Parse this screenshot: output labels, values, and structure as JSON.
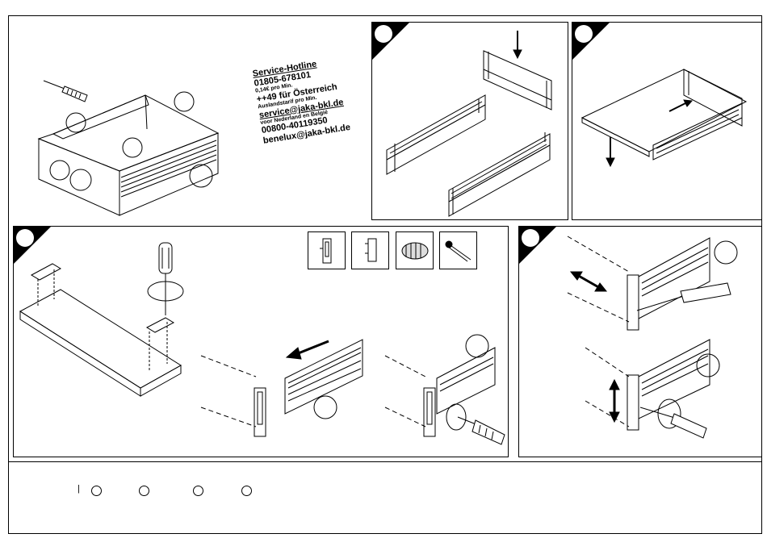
{
  "hotline": {
    "title": "Service-Hotline",
    "phone_de": "01805-678101",
    "price_de": "0,14€ pro Min.",
    "phone_at": "++49 für Österreich",
    "tariff_at": "Auslandstarif pro Min.",
    "email_de": "service@jaka-bkl.de",
    "region_benelux": "voor Nederland en België",
    "phone_benelux": "00800-40119350",
    "email_benelux": "benelux@jaka-bkl.de"
  },
  "legend_mark": "|",
  "icons": [
    "screwdriver-icon",
    "arrow-down-icon",
    "arrow-right-icon",
    "arrow-left-icon",
    "arrow-double-horizontal-icon",
    "arrow-double-vertical-icon",
    "rotation-arrow-icon",
    "bracket-part-icon",
    "clip-part-icon",
    "dowel-part-icon",
    "screw-part-icon"
  ]
}
